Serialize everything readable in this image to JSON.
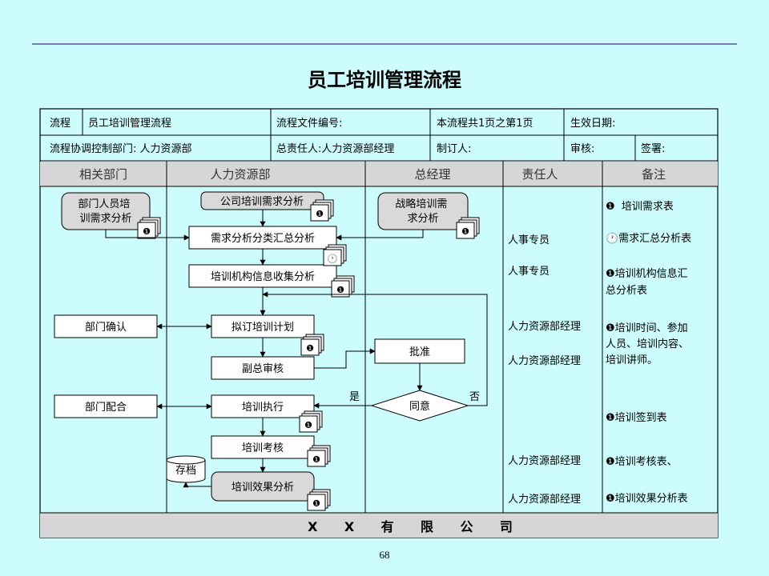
{
  "title": "员工培训管理流程",
  "page_number": "68",
  "header": {
    "row1": {
      "label_flow": "流程",
      "flow_name": "员工培训管理流程",
      "doc_no": "流程文件编号:",
      "page_info": "本流程共1页之第1页",
      "effective": "生效日期:"
    },
    "row2": {
      "coord_dept": "流程协调控制部门: 人力资源部",
      "owner": "总责任人:人力资源部经理",
      "maker": "制订人:",
      "review": "审核:",
      "sign": "签署:"
    }
  },
  "columns": [
    "相关部门",
    "人力资源部",
    "总经理",
    "责任人",
    "备注"
  ],
  "nodes": {
    "dept_need": "部门人员培训需求分析",
    "company_need": "公司培训需求分析",
    "strategy": "战略培训需求分析",
    "summary": "需求分析分类汇总分析",
    "org_info": "培训机构信息收集分析",
    "dept_confirm": "部门确认",
    "plan": "拟订培训计划",
    "vp_review": "副总审核",
    "approve": "批准",
    "agree": "同意",
    "dept_coop": "部门配合",
    "execute": "培训执行",
    "assess": "培训考核",
    "archive": "存档",
    "effect": "培训效果分析"
  },
  "edge_labels": {
    "yes": "是",
    "no": "否"
  },
  "responsible": [
    "人事专员",
    "人事专员",
    "人力资源部经理",
    "人力资源部经理",
    "人力资源部经理",
    "人力资源部经理"
  ],
  "notes": [
    "❶  培训需求表",
    "🕐需求汇总分析表",
    "❶培训机构信息汇总分析表",
    "❶培训时间、参加人员、培训内容、培训讲师。",
    "❶培训签到表",
    "❶培训考核表、",
    "❶培训效果分析表"
  ],
  "footer": "X      X      有      限      公      司",
  "doc_icon": "❶",
  "clock_icon": "🕐"
}
